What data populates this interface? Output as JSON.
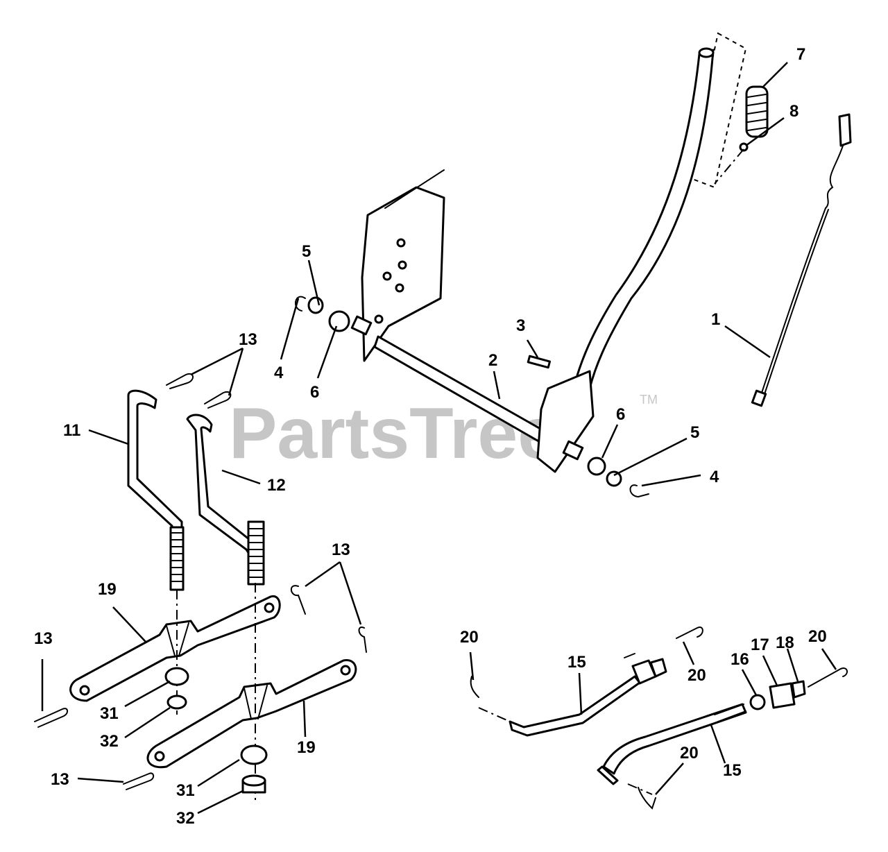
{
  "watermark": {
    "text": "PartsTree",
    "trademark": "TM"
  },
  "callouts": {
    "c1": "1",
    "c2": "2",
    "c3": "3",
    "c4a": "4",
    "c4b": "4",
    "c5a": "5",
    "c5b": "5",
    "c6a": "6",
    "c6b": "6",
    "c7": "7",
    "c8": "8",
    "c11": "11",
    "c12": "12",
    "c13a": "13",
    "c13b": "13",
    "c13c": "13",
    "c13d": "13",
    "c15a": "15",
    "c15b": "15",
    "c16": "16",
    "c17": "17",
    "c18": "18",
    "c19a": "19",
    "c19b": "19",
    "c20a": "20",
    "c20b": "20",
    "c20c": "20",
    "c20d": "20",
    "c31a": "31",
    "c31b": "31",
    "c32a": "32",
    "c32b": "32"
  }
}
